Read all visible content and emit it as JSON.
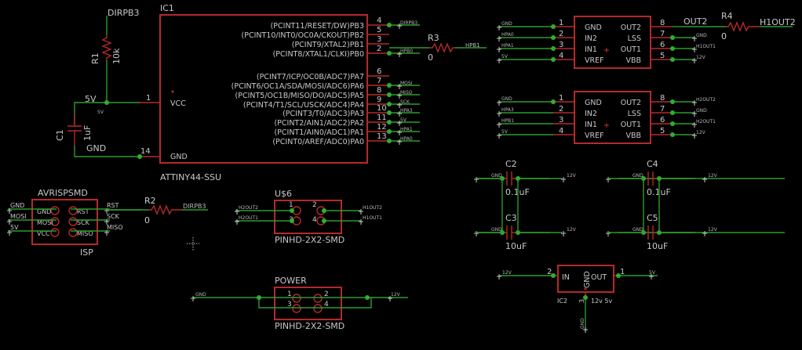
{
  "ic1": {
    "ref": "IC1",
    "value": "ATTINY44-SSU",
    "left_pins": [
      {
        "name": "VCC",
        "num": "1"
      },
      {
        "name": "GND",
        "num": "14"
      }
    ],
    "right_pins": [
      {
        "name": "(PCINT11/RESET/DW)PB3",
        "num": "4",
        "net": "DIRPB3"
      },
      {
        "name": "(PCINT10/INT0/OC0A/CKOUT)PB2",
        "num": "5",
        "net": ""
      },
      {
        "name": "(PCINT9/XTAL2)PB1",
        "num": "3",
        "net": ""
      },
      {
        "name": "(PCINT8/XTAL1/CLKI)PB0",
        "num": "2",
        "net": "HPB0"
      },
      {
        "name": "(PCINT7/ICP/OC0B/ADC7)PA7",
        "num": "6",
        "net": ""
      },
      {
        "name": "(PCINT6/OC1A/SDA/MOSI/ADC6)PA6",
        "num": "7",
        "net": "MOSI"
      },
      {
        "name": "(PCINT5/OC1B/MISO/DO/ADC5)PA5",
        "num": "8",
        "net": "MISO"
      },
      {
        "name": "(PCINT4/T1/SCL/USCK/ADC4)PA4",
        "num": "9",
        "net": "SCK"
      },
      {
        "name": "(PCINT3/T0/ADC3)PA3",
        "num": "10",
        "net": "HPA3"
      },
      {
        "name": "(PCINT2/AIN1/ADC2)PA2",
        "num": "11",
        "net": "5V"
      },
      {
        "name": "(PCINT1/AIN0/ADC1)PA1",
        "num": "12",
        "net": "HPA1"
      },
      {
        "name": "(PCINT0/AREF/ADC0)PA0",
        "num": "13",
        "net": "HPA0"
      }
    ]
  },
  "r1": {
    "ref": "R1",
    "value": "10k",
    "net_top": "DIRPB3"
  },
  "c1": {
    "ref": "C1",
    "value": "1uF"
  },
  "nets_left": {
    "v5": "5V",
    "gnd": "GND",
    "v5_small": "5V"
  },
  "r3": {
    "ref": "R3",
    "value": "0",
    "net": "HPB1"
  },
  "r4": {
    "ref": "R4",
    "value": "0",
    "net_in": "OUT2",
    "net_out": "H1OUT2"
  },
  "r2": {
    "ref": "R2",
    "value": "0",
    "net": "DIRPB3"
  },
  "h1": {
    "left_pins": [
      {
        "num": "1",
        "name": "GND",
        "net": "GND"
      },
      {
        "num": "2",
        "name": "IN2",
        "net": "HPA0"
      },
      {
        "num": "3",
        "name": "IN1",
        "net": "HPA1"
      },
      {
        "num": "4",
        "name": "VREF",
        "net": "5V"
      }
    ],
    "right_pins": [
      {
        "num": "8",
        "name": "OUT2",
        "net": ""
      },
      {
        "num": "7",
        "name": "LSS",
        "net": "GND"
      },
      {
        "num": "6",
        "name": "OUT1",
        "net": "H1OUT1"
      },
      {
        "num": "5",
        "name": "VBB",
        "net": "12V"
      }
    ]
  },
  "h2": {
    "left_pins": [
      {
        "num": "1",
        "name": "GND",
        "net": "GND"
      },
      {
        "num": "2",
        "name": "IN2",
        "net": "HPA3"
      },
      {
        "num": "3",
        "name": "IN1",
        "net": "HPB1"
      },
      {
        "num": "4",
        "name": "VREF",
        "net": "5V"
      }
    ],
    "right_pins": [
      {
        "num": "8",
        "name": "OUT2",
        "net": "H2OUT2"
      },
      {
        "num": "7",
        "name": "LSS",
        "net": "GND"
      },
      {
        "num": "6",
        "name": "OUT1",
        "net": "H2OUT1"
      },
      {
        "num": "5",
        "name": "VBB",
        "net": "12V"
      }
    ]
  },
  "isp": {
    "ref": "AVRISPSMD",
    "value": "ISP",
    "inner_left": [
      "GND",
      "MOSI",
      "VCC"
    ],
    "inner_right": [
      "RST",
      "SCK",
      "MISO"
    ],
    "left_nets": [
      "GND",
      "MOSI",
      "5V"
    ],
    "right_nets": [
      "RST",
      "SCK",
      "MISO"
    ]
  },
  "u6": {
    "ref": "U$6",
    "value": "PINHD-2X2-SMD",
    "pins": [
      "1",
      "2",
      "3",
      "4"
    ],
    "left_nets": [
      "H2OUT2",
      "H2OUT1"
    ],
    "right_nets": [
      "H1OUT2",
      "H1OUT1"
    ]
  },
  "power": {
    "ref": "POWER",
    "value": "PINHD-2X2-SMD",
    "pins": [
      "1",
      "2",
      "3",
      "4"
    ],
    "left_net": "GND",
    "right_net": "12V"
  },
  "caps": [
    {
      "ref": "C2",
      "value": "0.1uF",
      "net_l": "GND",
      "net_r": "12V"
    },
    {
      "ref": "C3",
      "value": "10uF",
      "net_l": "GND",
      "net_r": "12V"
    },
    {
      "ref": "C4",
      "value": "0.1uF",
      "net_l": "GND",
      "net_r": "12V"
    },
    {
      "ref": "C5",
      "value": "10uF",
      "net_l": "GND",
      "net_r": "12V"
    }
  ],
  "ic2": {
    "ref": "IC2",
    "value": "12v 5v",
    "in": "IN",
    "gnd": "GND",
    "out": "OUT",
    "pin_in": "2",
    "pin_out": "1",
    "pin_gnd": "3",
    "net_in": "12V",
    "net_out": "5V",
    "net_gnd": "GND"
  }
}
